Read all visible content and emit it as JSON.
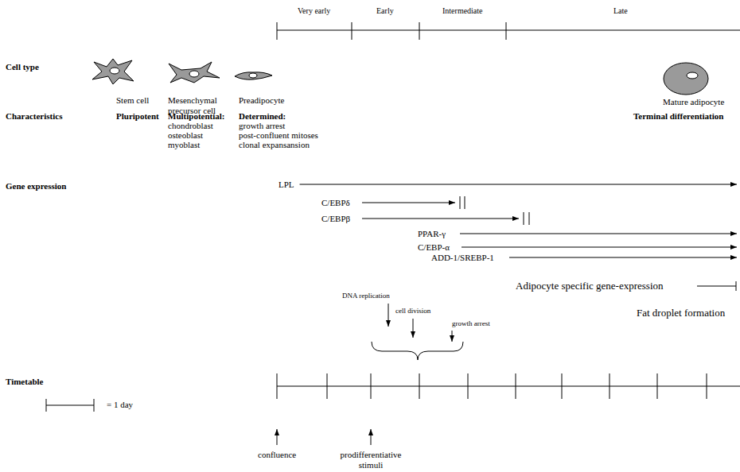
{
  "diagram": {
    "labels": [
      "Very early",
      "Early",
      "Intermediate",
      "Late",
      "Cell type",
      "Stem cell",
      "Mesenchymal precursor cell",
      "Preadipocyte",
      "Mature adipocyte",
      "Characteristics",
      "Pluripotent",
      "Multipotential:",
      "chondroblast",
      "osteoblast",
      "myoblast",
      "Determined:",
      "growth arrest",
      "post-confluent mitoses",
      "clonal expansansion",
      "Terminal differentiation",
      "Gene expression",
      "LPL",
      "C/EBPδ",
      "C/EBPβ",
      "PPAR-γ",
      "C/EBP-α",
      "ADD-1/SREBP-1",
      "Adipocyte specific gene-expression",
      "DNA replication",
      "cell division",
      "growth arrest",
      "Fat droplet formation",
      "Timetable",
      "= 1 day",
      "confluence",
      "prodifferentiative stimuli"
    ]
  }
}
